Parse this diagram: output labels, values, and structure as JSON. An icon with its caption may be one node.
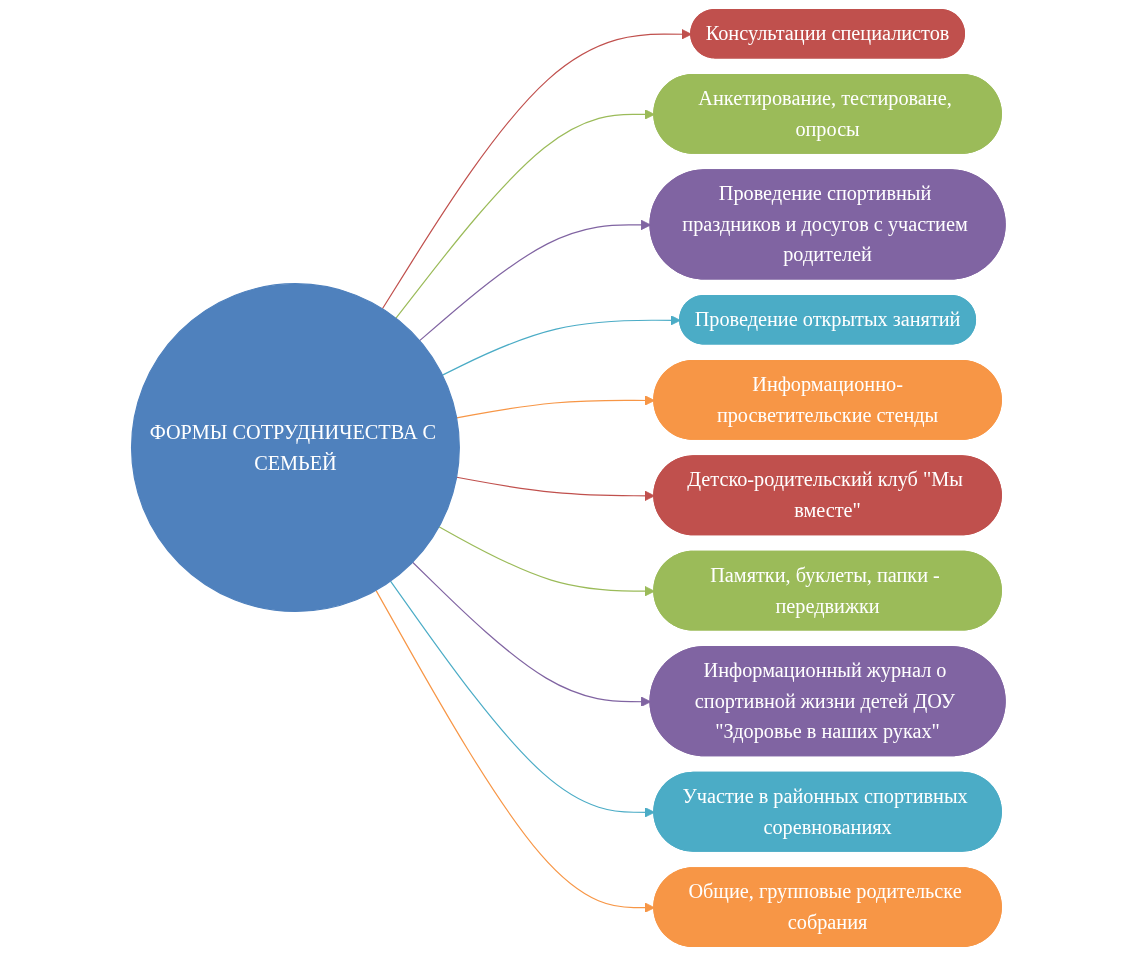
{
  "diagram": {
    "nodes": [
      {
        "text": [
          "ФОРМЫ СОТРУДНИЧЕСТВА С СЕМЬЕЙ"
        ]
      },
      {
        "text": [
          "Консультации специалистов"
        ]
      },
      {
        "text": [
          "Анкетирование, тестироване, опросы"
        ]
      },
      {
        "text": [
          "Проведение спортивный праздников и досугов с участием родителей"
        ]
      },
      {
        "text": [
          "Проведение открытых занятий"
        ]
      },
      {
        "text": [
          "Информационно-просветительские стенды"
        ]
      },
      {
        "text": [
          "Детско-родительский клуб \"Мы вместе\""
        ]
      },
      {
        "text": [
          "Памятки, буклеты, папки - передвижки"
        ]
      },
      {
        "text": [
          "Информационный журнал о спортивной жизни детей ДОУ \"Здоровье в наших руках\""
        ]
      },
      {
        "text": [
          "Участие в районных спортивных соревнованиях"
        ]
      },
      {
        "text": [
          "Общие, групповые родительске собрания"
        ]
      }
    ],
    "edges": [
      {
        "from": 0,
        "to": 1,
        "arrow": "to",
        "color": "#c0504d"
      },
      {
        "from": 0,
        "to": 2,
        "arrow": "to",
        "color": "#9bbb59"
      },
      {
        "from": 0,
        "to": 3,
        "arrow": "to",
        "color": "#8064a2"
      },
      {
        "from": 0,
        "to": 4,
        "arrow": "to",
        "color": "#4bacc6"
      },
      {
        "from": 0,
        "to": 5,
        "arrow": "to",
        "color": "#f79646"
      },
      {
        "from": 0,
        "to": 6,
        "arrow": "to",
        "color": "#c0504d"
      },
      {
        "from": 0,
        "to": 7,
        "arrow": "to",
        "color": "#9bbb59"
      },
      {
        "from": 0,
        "to": 8,
        "arrow": "to",
        "color": "#8064a2"
      },
      {
        "from": 0,
        "to": 9,
        "arrow": "to",
        "color": "#4bacc6"
      },
      {
        "from": 0,
        "to": 10,
        "arrow": "to",
        "color": "#f79646"
      }
    ]
  }
}
